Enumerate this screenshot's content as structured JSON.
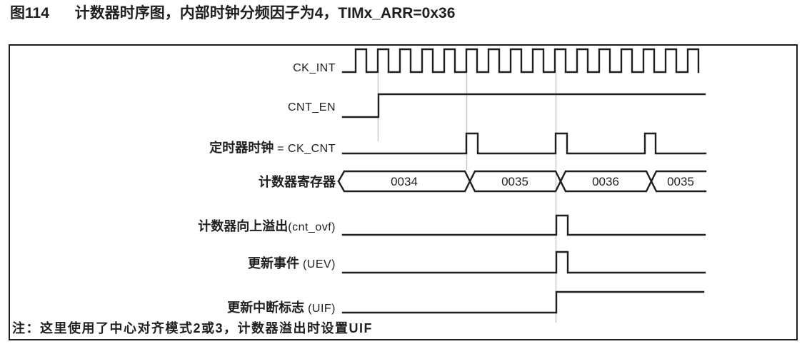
{
  "title": {
    "figure_no": "图114",
    "text": "计数器时序图，内部时钟分频因子为4，TIMx_ARR=0x36"
  },
  "signals": [
    {
      "zh": "",
      "en": "CK_INT"
    },
    {
      "zh": "",
      "en": "CNT_EN"
    },
    {
      "zh": "定时器时钟",
      "en": " = CK_CNT"
    },
    {
      "zh": "计数器寄存器",
      "en": ""
    },
    {
      "zh": "计数器向上溢出",
      "en": "(cnt_ovf)"
    },
    {
      "zh": "更新事件",
      "en": " (UEV)"
    },
    {
      "zh": "更新中断标志",
      "en": " (UIF)"
    }
  ],
  "register": {
    "values": [
      "0034",
      "0035",
      "0036",
      "0035"
    ]
  },
  "note": "注：这里使用了中心对齐模式2或3，计数器溢出时设置UIF",
  "colors": {
    "line": "#1f1f1f",
    "guide": "#c9c9c9",
    "background": "#ffffff"
  }
}
